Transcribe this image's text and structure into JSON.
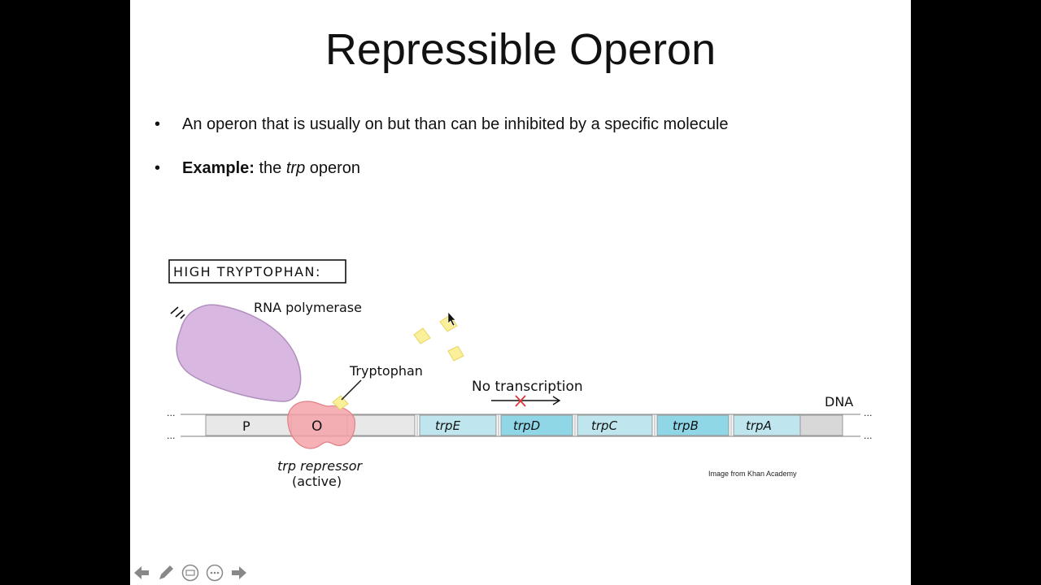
{
  "slide": {
    "title": "Repressible Operon",
    "bullets": [
      {
        "marker": "•",
        "text": "An operon that is usually on but than can be inhibited by a specific molecule"
      },
      {
        "marker": "•",
        "label": "Example:",
        "pre": " the ",
        "italic": "trp",
        "post": " operon"
      }
    ]
  },
  "diagram": {
    "condition_label": "HIGH TRYPTOPHAN:",
    "rna_polymerase_label": "RNA polymerase",
    "tryptophan_label": "Tryptophan",
    "no_transcription_label": "No transcription",
    "dna_label": "DNA",
    "promoter_label": "P",
    "operator_label": "O",
    "genes": [
      "trpE",
      "trpD",
      "trpC",
      "trpB",
      "trpA"
    ],
    "repressor_label_1": "trp repressor",
    "repressor_label_2": "(active)",
    "ellipsis": "...",
    "colors": {
      "polymerase": "#d8b8e0",
      "repressor": "#f3a3a8",
      "tryptophan": "#fbf09a",
      "gene_light": "#bfe6ef",
      "gene_dark": "#8fd6e6",
      "strip": "#e8e8e8",
      "no_transcription_x": "#d9363e"
    }
  },
  "credit": "Image from Khan Academy",
  "toolbar": {
    "prev_icon": "arrow-left-icon",
    "pen_icon": "pencil-icon",
    "slides_icon": "slide-grid-icon",
    "more_icon": "more-icon",
    "next_icon": "arrow-right-icon"
  }
}
